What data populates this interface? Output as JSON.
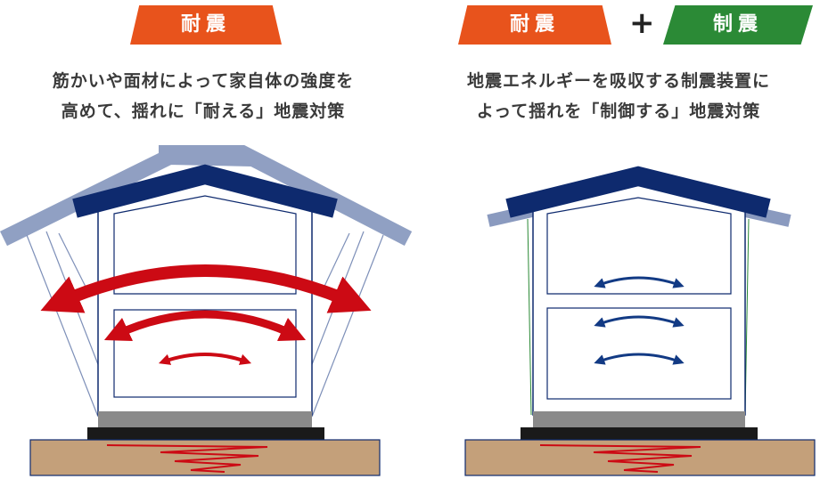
{
  "left": {
    "badge": "耐震",
    "desc_line1": "筋かいや面材によって家自体の強度を",
    "desc_line2": "高めて、揺れに「耐える」地震対策"
  },
  "right": {
    "badge_a": "耐震",
    "plus": "+",
    "badge_b": "制震",
    "desc_line1": "地震エネルギーを吸収する制震装置に",
    "desc_line2": "よって揺れを「制御する」地震対策"
  },
  "colors": {
    "orange": "#e8531c",
    "green": "#2b8a36",
    "roof_navy": "#0e2a6e",
    "roof_ghost": "#7d8fb8",
    "red_arrow": "#cc0a14",
    "blue_arrow": "#123a84",
    "ground": "#c4a07a",
    "foundation": "#1a1a1a"
  }
}
